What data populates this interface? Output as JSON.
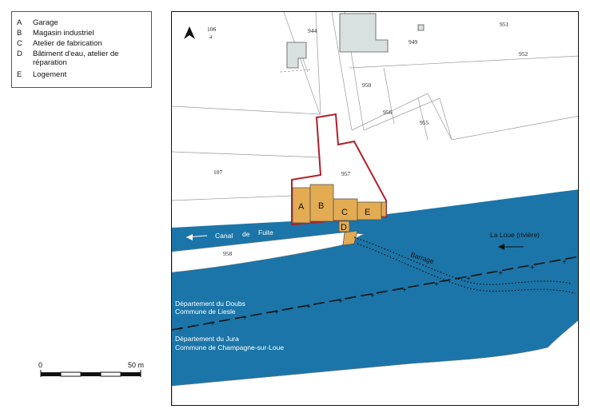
{
  "legend": {
    "items": [
      {
        "key": "A",
        "label": "Garage"
      },
      {
        "key": "B",
        "label": "Magasin industriel"
      },
      {
        "key": "C",
        "label": "Atelier de fabrication"
      },
      {
        "key": "D",
        "label": "Bâtiment d'eau, atelier de réparation"
      },
      {
        "key": "E",
        "label": "Logement"
      }
    ]
  },
  "scale": {
    "start": "0",
    "end": "50 m"
  },
  "map": {
    "parcels": {
      "p106": "106",
      "p106a": "a",
      "p944": "944",
      "p949": "949",
      "p951": "951",
      "p952": "952",
      "p950": "950",
      "p956": "956",
      "p955": "955",
      "p107": "107",
      "p957": "957",
      "p958": "958"
    },
    "buildings": {
      "A": "A",
      "B": "B",
      "C": "C",
      "D": "D",
      "E": "E"
    },
    "labels": {
      "canal": [
        "Canal",
        "de",
        "Fuite"
      ],
      "river": "La Loue (rivière)",
      "barrage": "Barrage",
      "doubs_1": "Département du Doubs",
      "doubs_2": "Commune de Liesle",
      "jura_1": "Département du Jura",
      "jura_2": "Commune de Champagne-sur-Loue"
    },
    "colors": {
      "water": "#1b75a8",
      "building": "#e3ab52",
      "outline": "#b0202a",
      "shed": "#d9e0e0"
    }
  }
}
